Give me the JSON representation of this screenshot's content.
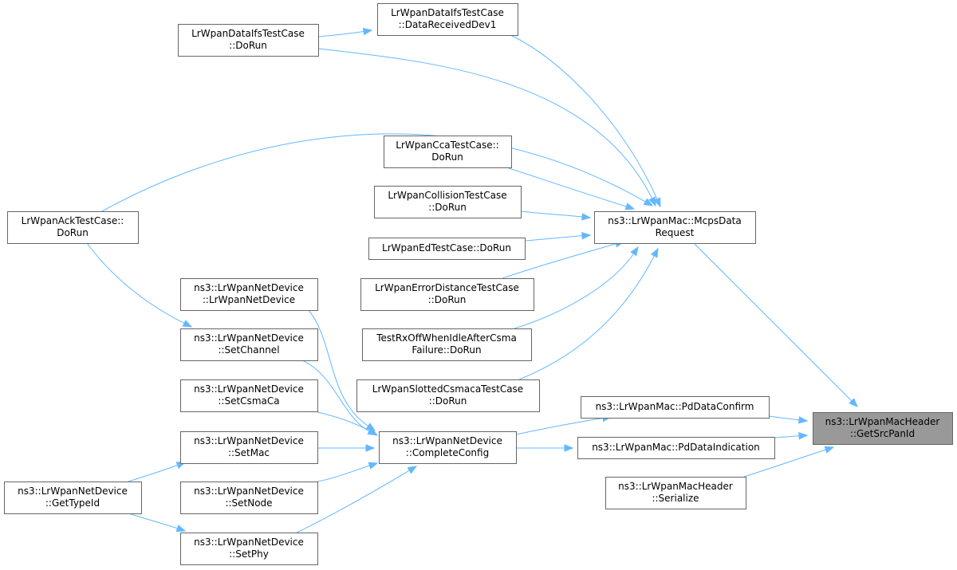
{
  "diagram": {
    "nodes": [
      {
        "id": "root",
        "lines": [
          "ns3::LrWpanMacHeader",
          "::GetSrcPanId"
        ],
        "highlighted": true
      },
      {
        "id": "mcps",
        "lines": [
          "ns3::LrWpanMac::McpsData",
          "Request"
        ]
      },
      {
        "id": "pdconfirm",
        "lines": [
          "ns3::LrWpanMac::PdDataConfirm"
        ]
      },
      {
        "id": "pdindication",
        "lines": [
          "ns3::LrWpanMac::PdDataIndication"
        ]
      },
      {
        "id": "serialize",
        "lines": [
          "ns3::LrWpanMacHeader",
          "::Serialize"
        ]
      },
      {
        "id": "dataifs_recv",
        "lines": [
          "LrWpanDataIfsTestCase",
          "::DataReceivedDev1"
        ]
      },
      {
        "id": "dataifs_run",
        "lines": [
          "LrWpanDataIfsTestCase",
          "::DoRun"
        ]
      },
      {
        "id": "ack_run",
        "lines": [
          "LrWpanAckTestCase::",
          "DoRun"
        ]
      },
      {
        "id": "cca_run",
        "lines": [
          "LrWpanCcaTestCase::",
          "DoRun"
        ]
      },
      {
        "id": "collision_run",
        "lines": [
          "LrWpanCollisionTestCase",
          "::DoRun"
        ]
      },
      {
        "id": "ed_run",
        "lines": [
          "LrWpanEdTestCase::DoRun"
        ]
      },
      {
        "id": "errdist_run",
        "lines": [
          "LrWpanErrorDistanceTestCase",
          "::DoRun"
        ]
      },
      {
        "id": "rxoff_run",
        "lines": [
          "TestRxOffWhenIdleAfterCsma",
          "Failure::DoRun"
        ]
      },
      {
        "id": "slotted_run",
        "lines": [
          "LrWpanSlottedCsmacaTestCase",
          "::DoRun"
        ]
      },
      {
        "id": "completeconfig",
        "lines": [
          "ns3::LrWpanNetDevice",
          "::CompleteConfig"
        ]
      },
      {
        "id": "netdev_ctor",
        "lines": [
          "ns3::LrWpanNetDevice",
          "::LrWpanNetDevice"
        ]
      },
      {
        "id": "setchannel",
        "lines": [
          "ns3::LrWpanNetDevice",
          "::SetChannel"
        ]
      },
      {
        "id": "setcsmaca",
        "lines": [
          "ns3::LrWpanNetDevice",
          "::SetCsmaCa"
        ]
      },
      {
        "id": "setmac",
        "lines": [
          "ns3::LrWpanNetDevice",
          "::SetMac"
        ]
      },
      {
        "id": "setnode",
        "lines": [
          "ns3::LrWpanNetDevice",
          "::SetNode"
        ]
      },
      {
        "id": "setphy",
        "lines": [
          "ns3::LrWpanNetDevice",
          "::SetPhy"
        ]
      },
      {
        "id": "gettypeid",
        "lines": [
          "ns3::LrWpanNetDevice",
          "::GetTypeId"
        ]
      }
    ],
    "edges": [
      {
        "from": "mcps",
        "to": "root"
      },
      {
        "from": "pdconfirm",
        "to": "root"
      },
      {
        "from": "pdindication",
        "to": "root"
      },
      {
        "from": "serialize",
        "to": "root"
      },
      {
        "from": "dataifs_recv",
        "to": "mcps"
      },
      {
        "from": "dataifs_run",
        "to": "mcps"
      },
      {
        "from": "ack_run",
        "to": "mcps"
      },
      {
        "from": "cca_run",
        "to": "mcps"
      },
      {
        "from": "collision_run",
        "to": "mcps"
      },
      {
        "from": "ed_run",
        "to": "mcps"
      },
      {
        "from": "errdist_run",
        "to": "mcps"
      },
      {
        "from": "rxoff_run",
        "to": "mcps"
      },
      {
        "from": "slotted_run",
        "to": "mcps"
      },
      {
        "from": "dataifs_run",
        "to": "dataifs_recv"
      },
      {
        "from": "completeconfig",
        "to": "pdconfirm"
      },
      {
        "from": "completeconfig",
        "to": "pdindication"
      },
      {
        "from": "netdev_ctor",
        "to": "completeconfig"
      },
      {
        "from": "setchannel",
        "to": "completeconfig"
      },
      {
        "from": "setcsmaca",
        "to": "completeconfig"
      },
      {
        "from": "setmac",
        "to": "completeconfig"
      },
      {
        "from": "setnode",
        "to": "completeconfig"
      },
      {
        "from": "setphy",
        "to": "completeconfig"
      },
      {
        "from": "ack_run",
        "to": "setchannel"
      },
      {
        "from": "gettypeid",
        "to": "setmac"
      },
      {
        "from": "gettypeid",
        "to": "setphy"
      }
    ]
  }
}
